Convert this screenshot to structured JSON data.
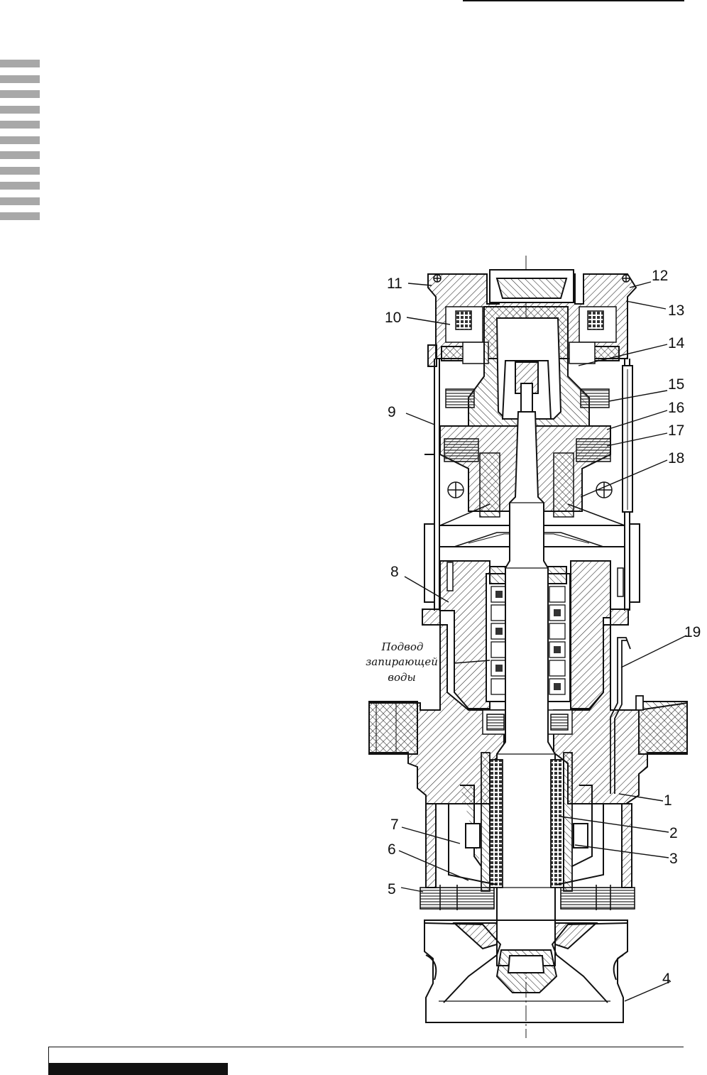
{
  "figure": {
    "callouts": [
      {
        "id": "1",
        "label": "1"
      },
      {
        "id": "2",
        "label": "2"
      },
      {
        "id": "3",
        "label": "3"
      },
      {
        "id": "4",
        "label": "4"
      },
      {
        "id": "5",
        "label": "5"
      },
      {
        "id": "6",
        "label": "6"
      },
      {
        "id": "7",
        "label": "7"
      },
      {
        "id": "8",
        "label": "8"
      },
      {
        "id": "9",
        "label": "9"
      },
      {
        "id": "10",
        "label": "10"
      },
      {
        "id": "11",
        "label": "11"
      },
      {
        "id": "12",
        "label": "12"
      },
      {
        "id": "13",
        "label": "13"
      },
      {
        "id": "14",
        "label": "14"
      },
      {
        "id": "15",
        "label": "15"
      },
      {
        "id": "16",
        "label": "16"
      },
      {
        "id": "17",
        "label": "17"
      },
      {
        "id": "18",
        "label": "18"
      },
      {
        "id": "19",
        "label": "19"
      }
    ],
    "annotation": {
      "line1": "Подвод",
      "line2": "запирающей",
      "line3": "воды"
    }
  }
}
